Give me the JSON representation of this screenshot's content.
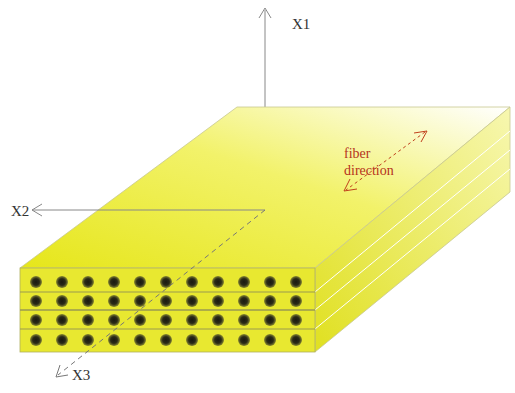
{
  "diagram": {
    "labels": [
      "X1",
      "X2",
      "X3",
      "fiber direction"
    ]
  }
}
